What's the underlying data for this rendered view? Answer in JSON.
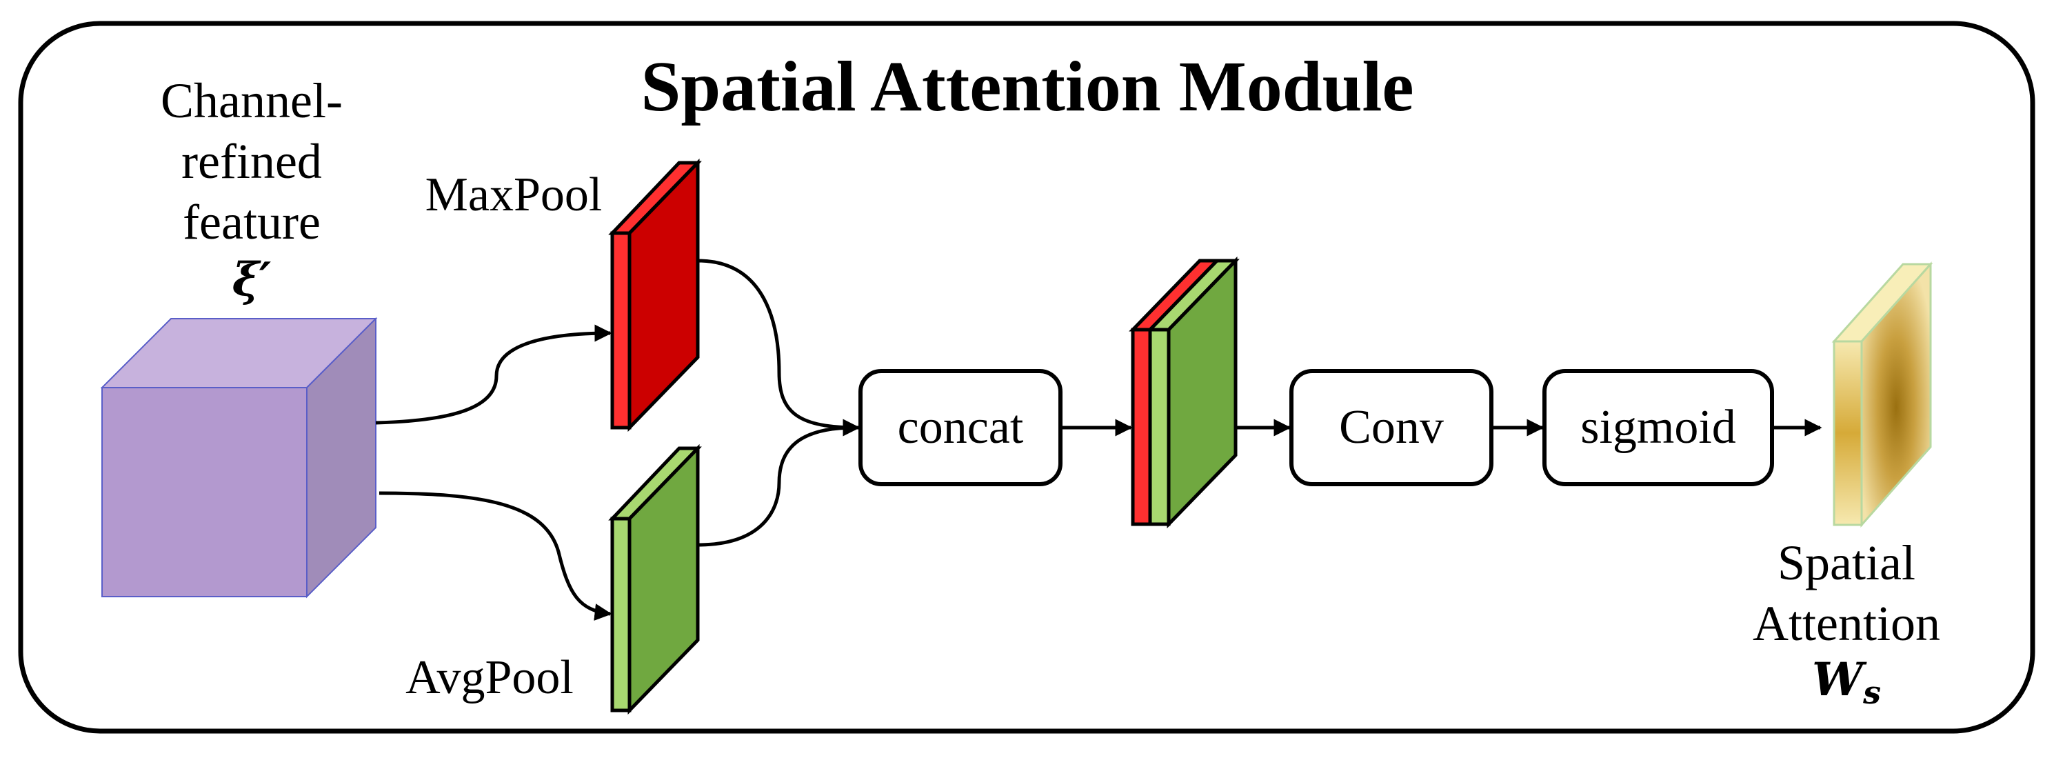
{
  "title": "Spatial Attention Module",
  "input": {
    "line1": "Channel-",
    "line2": "refined",
    "line3": "feature",
    "symbol": "ξ′"
  },
  "pools": {
    "max_label": "MaxPool",
    "avg_label": "AvgPool"
  },
  "boxes": {
    "concat": "concat",
    "conv": "Conv",
    "sigmoid": "sigmoid"
  },
  "output": {
    "line1": "Spatial",
    "line2": "Attention",
    "symbol_main": "W",
    "symbol_sub": "s"
  },
  "colors": {
    "cube_front": "#b399cf",
    "cube_top": "#c7b2dd",
    "cube_side": "#a08cb9",
    "cube_edge": "#5a5ec8",
    "maxpool_red": "#cc0000",
    "maxpool_red_light": "#ff3030",
    "avgpool_green": "#70a840",
    "avgpool_green_light": "#a8d870",
    "attention_gold": "#a07818",
    "attention_light": "#f8eeb8",
    "stroke": "#000000"
  }
}
